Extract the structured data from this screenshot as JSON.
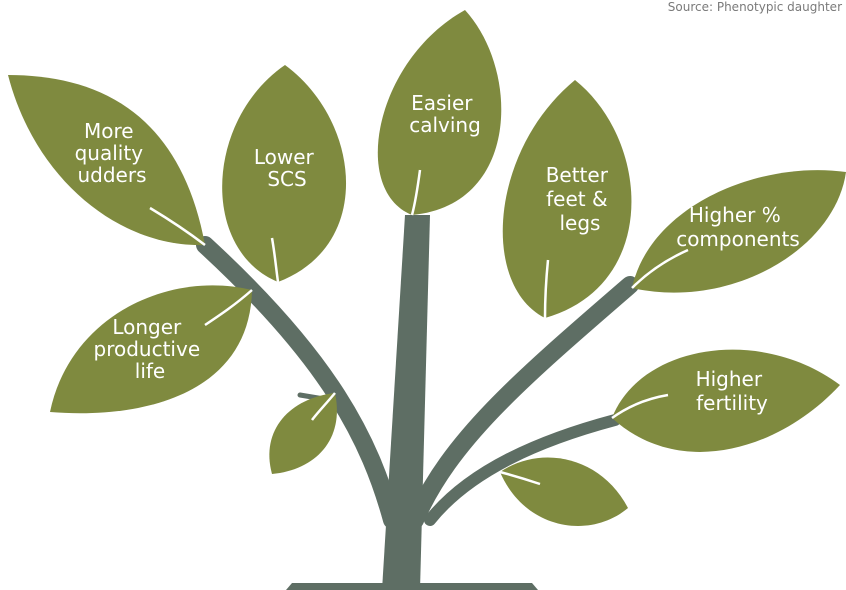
{
  "source_note": "Source: Phenotypic daughter",
  "colors": {
    "leaf": "#7f8a3f",
    "trunk": "#5e6e64",
    "vein": "#ffffff",
    "label": "#ffffff"
  },
  "leaves": [
    {
      "id": "more-quality-udders",
      "lines": [
        "More",
        "quality",
        "udders"
      ]
    },
    {
      "id": "lower-scs",
      "lines": [
        "Lower",
        "SCS"
      ]
    },
    {
      "id": "easier-calving",
      "lines": [
        "Easier",
        "calving"
      ]
    },
    {
      "id": "better-feet-legs",
      "lines": [
        "Better",
        "feet &",
        "legs"
      ]
    },
    {
      "id": "higher-components",
      "lines": [
        "Higher %",
        "components"
      ]
    },
    {
      "id": "longer-productive-life",
      "lines": [
        "Longer",
        "productive",
        "life"
      ]
    },
    {
      "id": "higher-fertility",
      "lines": [
        "Higher",
        "fertility"
      ]
    }
  ]
}
